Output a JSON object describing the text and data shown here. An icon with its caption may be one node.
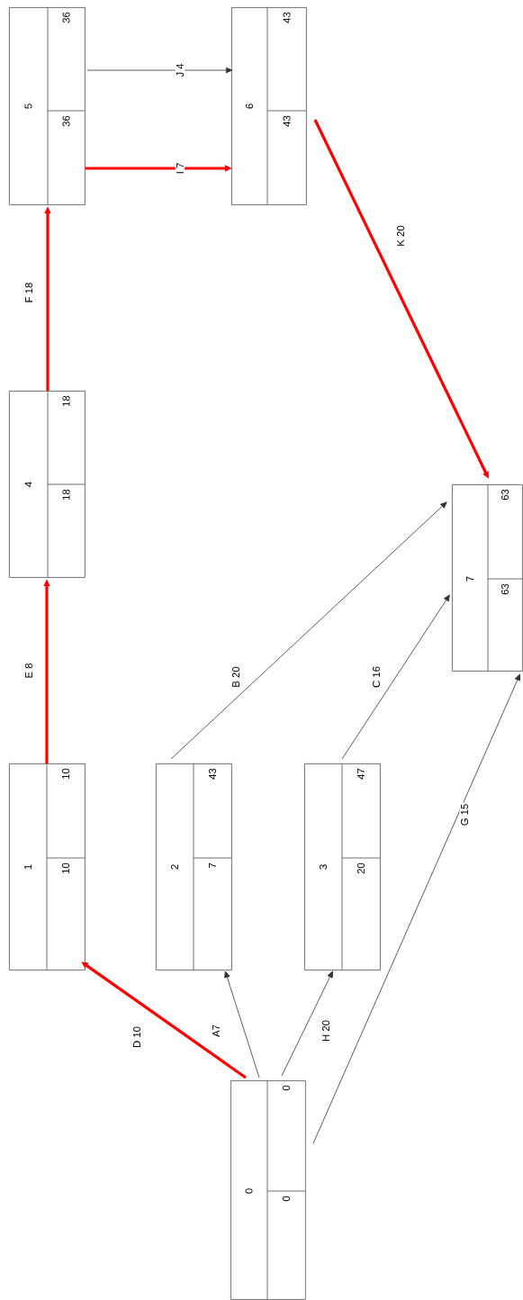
{
  "diagram": {
    "nodes": [
      {
        "text": [
          "0",
          "0",
          "0"
        ]
      },
      {
        "text": [
          "1",
          "10",
          "10"
        ]
      },
      {
        "text": [
          "2",
          "7",
          "43"
        ]
      },
      {
        "text": [
          "3",
          "20",
          "47"
        ]
      },
      {
        "text": [
          "4",
          "18",
          "18"
        ]
      },
      {
        "text": [
          "5",
          "36",
          "36"
        ]
      },
      {
        "text": [
          "6",
          "43",
          "43"
        ]
      },
      {
        "text": [
          "7",
          "63",
          "63"
        ]
      }
    ],
    "edges": [
      {
        "from": 0,
        "to": 1,
        "arrow": "to",
        "label": "D 10",
        "style": "thick",
        "color": "#ff0000"
      },
      {
        "from": 0,
        "to": 2,
        "arrow": "to",
        "label": "A7"
      },
      {
        "from": 0,
        "to": 3,
        "arrow": "to",
        "label": "H 20"
      },
      {
        "from": 0,
        "to": 7,
        "arrow": "to",
        "label": "G 15"
      },
      {
        "from": 1,
        "to": 4,
        "arrow": "to",
        "label": "E 8",
        "style": "thick",
        "color": "#ff0000"
      },
      {
        "from": 4,
        "to": 5,
        "arrow": "to",
        "label": "F 18",
        "style": "thick",
        "color": "#ff0000"
      },
      {
        "from": 5,
        "to": 6,
        "arrow": "to",
        "label": "J 4"
      },
      {
        "from": 5,
        "to": 6,
        "arrow": "to",
        "label": "I 7",
        "style": "thick",
        "color": "#ff0000"
      },
      {
        "from": 6,
        "to": 7,
        "arrow": "to",
        "label": "K 20",
        "style": "thick",
        "color": "#ff0000"
      },
      {
        "from": 2,
        "to": 7,
        "arrow": "to",
        "label": "B 20"
      },
      {
        "from": 3,
        "to": 7,
        "arrow": "to",
        "label": "C 16"
      }
    ]
  }
}
